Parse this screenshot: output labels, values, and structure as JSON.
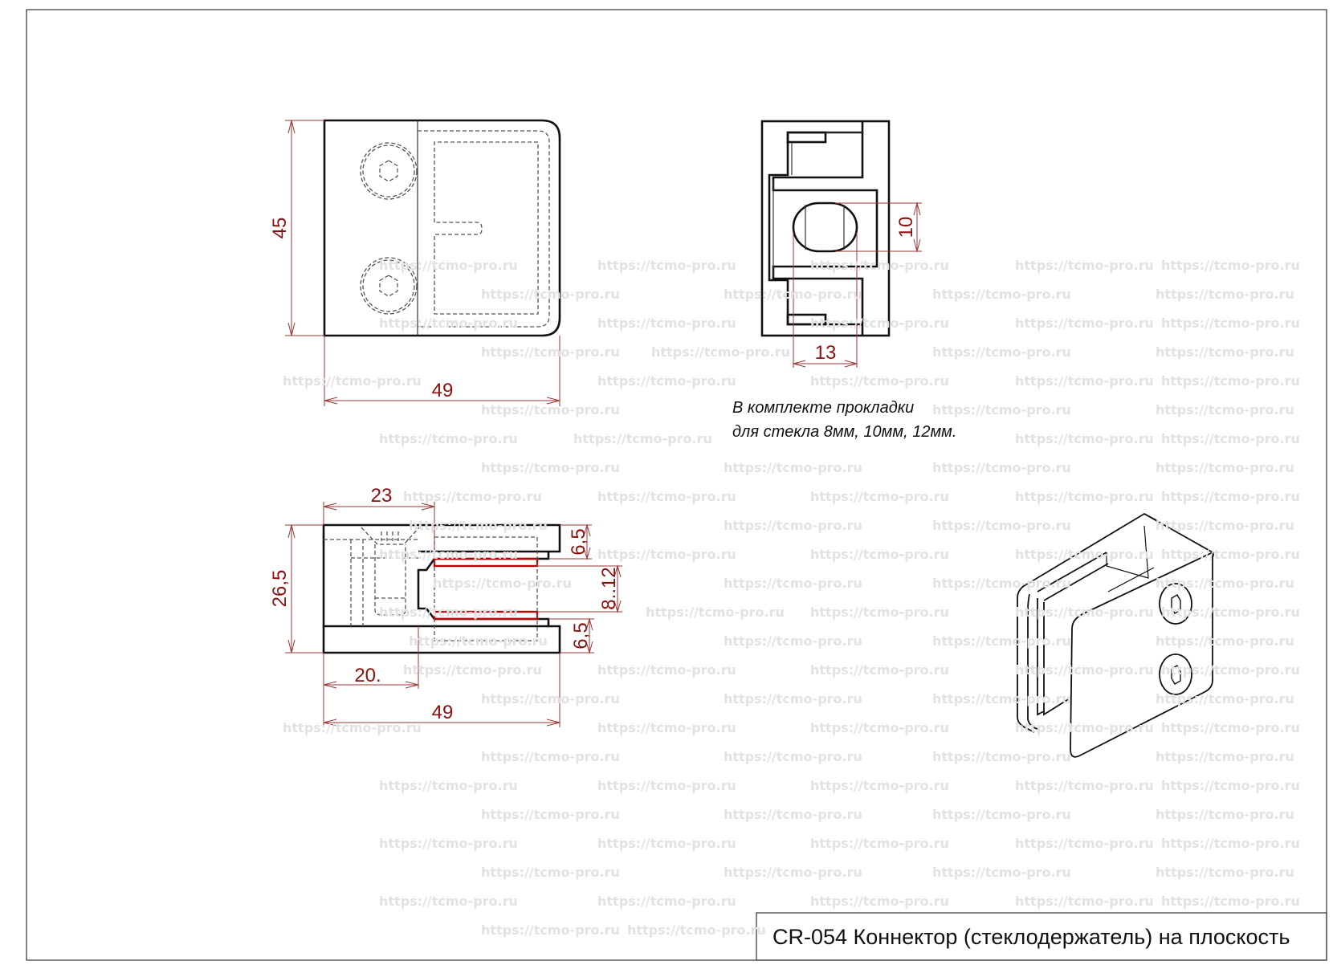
{
  "watermark": "https://tcmo-pro.ru",
  "top_view": {
    "height_dim": "45",
    "width_dim": "49"
  },
  "end_view": {
    "slot_height_dim": "10",
    "slot_width_dim": "13"
  },
  "note": {
    "line1": "В комплекте прокладки",
    "line2": "для стекла 8мм, 10мм, 12мм."
  },
  "side_view": {
    "depth_dim": "23",
    "height_dim": "26,5",
    "base_dim": "20.",
    "width_dim": "49",
    "top_jaw_dim": "6,5",
    "glass_dim": "8..12",
    "bottom_jaw_dim": "6,5"
  },
  "title_block": {
    "title": "CR-054 Коннектор (стеклодержатель) на плоскость"
  },
  "colors": {
    "dimension": "#8b1010",
    "gasket": "#c00000",
    "watermark": "#e2e2e2"
  }
}
